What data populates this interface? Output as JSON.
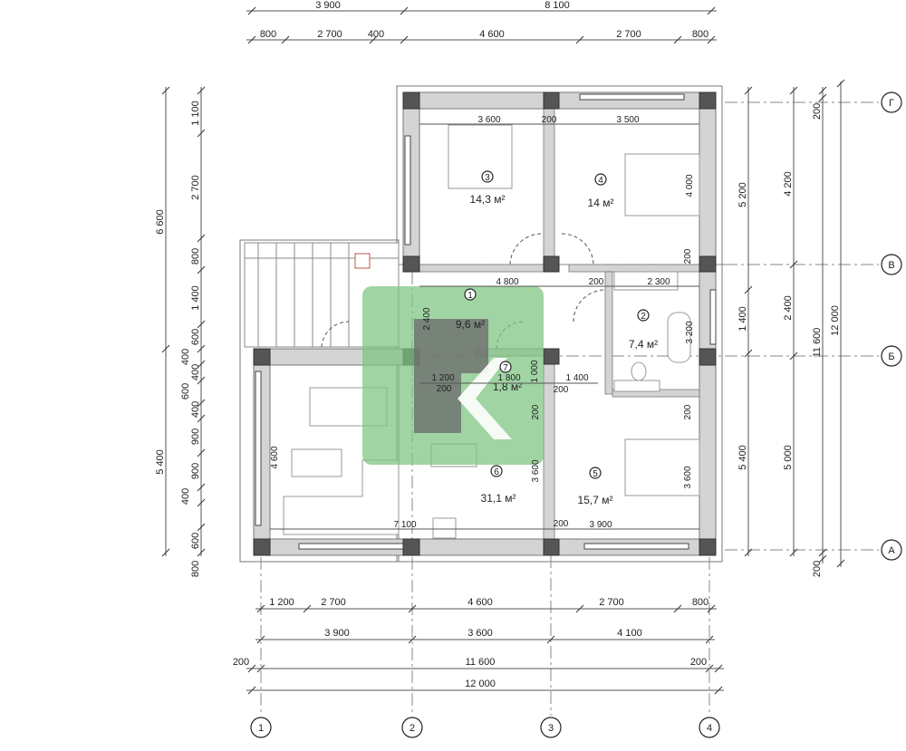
{
  "top_dims": {
    "row1": [
      "3 900",
      "8 100"
    ],
    "row2": [
      "800",
      "2 700",
      "400",
      "4 600",
      "2 700",
      "800"
    ]
  },
  "bottom_dims": {
    "row1": [
      "1 200",
      "2 700",
      "4 600",
      "2 700",
      "800"
    ],
    "row2": [
      "3 900",
      "3 600",
      "4 100"
    ],
    "row3": [
      "200",
      "11 600",
      "200"
    ],
    "row4": [
      "12 000"
    ]
  },
  "left_dims": {
    "outer": [
      "6 600",
      "5 400"
    ],
    "inner": [
      "1 100",
      "2 700",
      "800",
      "1 400",
      "600",
      "400",
      "400",
      "600",
      "400",
      "900",
      "900",
      "400",
      "600",
      "800"
    ]
  },
  "right_dims": {
    "col1": [
      "5 200",
      "1 400",
      "5 400"
    ],
    "col2": [
      "4 200",
      "2 400",
      "5 000"
    ],
    "col3": [
      "200",
      "11 600",
      "200"
    ],
    "col4": [
      "12 000"
    ]
  },
  "axes": {
    "columns": [
      "1",
      "2",
      "3",
      "4"
    ],
    "rows": [
      "Г",
      "В",
      "Б",
      "А"
    ]
  },
  "rooms": [
    {
      "num": "1",
      "area": "9,6 м²"
    },
    {
      "num": "2",
      "area": "7,4 м²"
    },
    {
      "num": "3",
      "area": "14,3 м²"
    },
    {
      "num": "4",
      "area": "14 м²"
    },
    {
      "num": "5",
      "area": "15,7 м²"
    },
    {
      "num": "6",
      "area": "31,1 м²"
    },
    {
      "num": "7",
      "area": "1,8 м²"
    }
  ],
  "inner_dims": [
    "3 600",
    "200",
    "3 500",
    "4 000",
    "200",
    "4 800",
    "200",
    "2 300",
    "3 200",
    "2 400",
    "1 200",
    "200",
    "1 800",
    "1 000",
    "1 400",
    "200",
    "200",
    "200",
    "4 600",
    "3 600",
    "3 600",
    "7 100",
    "200",
    "3 900"
  ],
  "watermark": {
    "text": "PK",
    "color": "#7bc47f"
  }
}
